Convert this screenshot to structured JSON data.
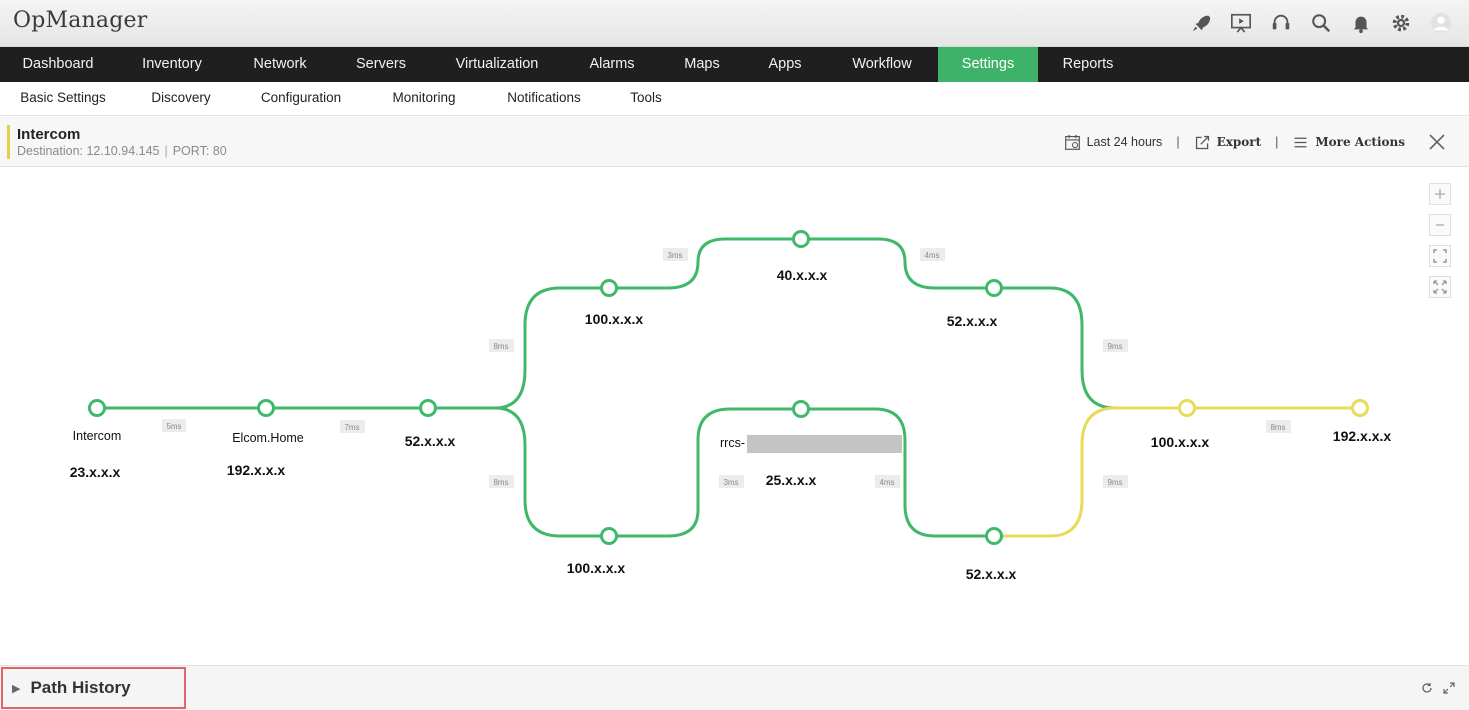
{
  "app": {
    "name": "OpManager"
  },
  "top_icons": [
    "rocket-icon",
    "presentation-icon",
    "headset-icon",
    "search-icon",
    "bell-icon",
    "gear-icon",
    "user-avatar-icon"
  ],
  "main_nav": [
    {
      "label": "Dashboard"
    },
    {
      "label": "Inventory"
    },
    {
      "label": "Network"
    },
    {
      "label": "Servers"
    },
    {
      "label": "Virtualization"
    },
    {
      "label": "Alarms"
    },
    {
      "label": "Maps"
    },
    {
      "label": "Apps"
    },
    {
      "label": "Workflow"
    },
    {
      "label": "Settings",
      "active": true
    },
    {
      "label": "Reports"
    }
  ],
  "sub_nav": [
    {
      "label": "Basic Settings"
    },
    {
      "label": "Discovery"
    },
    {
      "label": "Configuration"
    },
    {
      "label": "Monitoring"
    },
    {
      "label": "Notifications"
    },
    {
      "label": "Tools"
    }
  ],
  "monitor": {
    "name": "Intercom",
    "destination": "Destination: 12.10.94.145",
    "port": "PORT: 80"
  },
  "actions": {
    "time_range": "Last 24 hours",
    "export": "Export",
    "more": "More Actions"
  },
  "colors": {
    "ok": "#3fb86a",
    "warn": "#e6dc5a",
    "active_nav": "#3fb26a",
    "highlight_box": "#e06666"
  },
  "path": {
    "nodes": [
      {
        "name": "Intercom",
        "ip": "23.x.x.x",
        "status": "ok"
      },
      {
        "name": "Elcom.Home",
        "ip": "192.x.x.x",
        "status": "ok"
      },
      {
        "ip": "52.x.x.x",
        "status": "ok"
      },
      {
        "ip": "100.x.x.x",
        "status": "ok"
      },
      {
        "ip": "40.x.x.x",
        "status": "ok"
      },
      {
        "ip": "52.x.x.x",
        "status": "ok"
      },
      {
        "name": "rrcs-",
        "ip": "25.x.x.x",
        "status": "ok"
      },
      {
        "ip": "100.x.x.x",
        "status": "ok"
      },
      {
        "ip": "52.x.x.x",
        "status": "ok"
      },
      {
        "ip": "100.x.x.x",
        "status": "warn"
      },
      {
        "ip": "192.x.x.x",
        "status": "warn"
      }
    ],
    "latencies": [
      "5ms",
      "7ms",
      "8ms",
      "3ms",
      "4ms",
      "9ms",
      "8ms",
      "3ms",
      "4ms",
      "9ms",
      "8ms"
    ]
  },
  "path_history": {
    "label": "Path History"
  }
}
